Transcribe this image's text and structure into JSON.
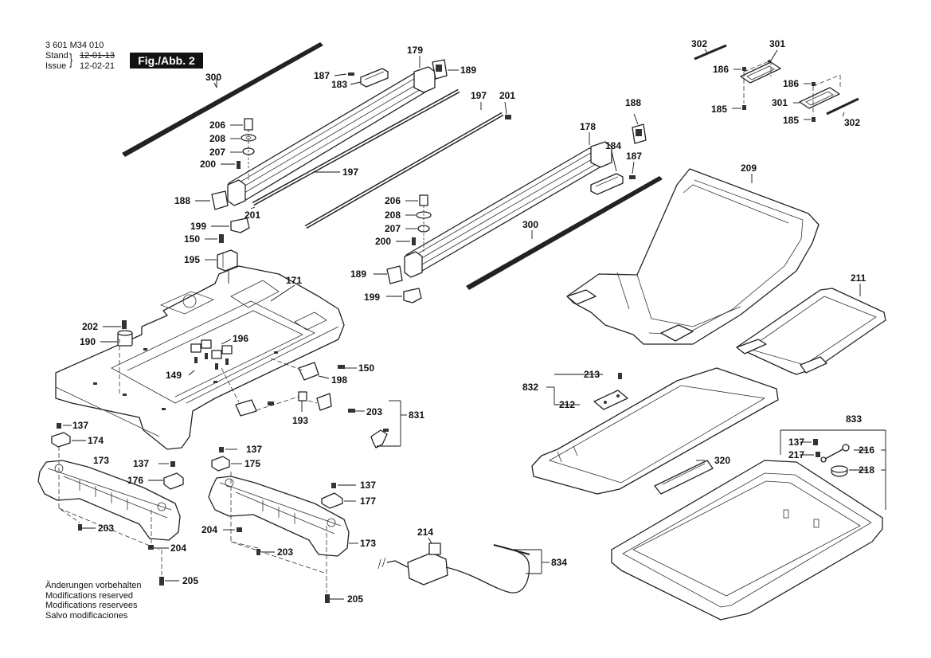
{
  "header": {
    "doc_number": "3 601 M34 010",
    "stand_label": "Stand",
    "issue_label": "Issue",
    "stand_date": "12-01-13",
    "issue_date": "12-02-21",
    "figure_label": "Fig./Abb. 2"
  },
  "notes": [
    "Änderungen vorbehalten",
    "Modifications reserved",
    "Modifications reservees",
    "Salvo modificaciones"
  ],
  "callouts": {
    "c300a": "300",
    "c300b": "300",
    "c179": "179",
    "c189a": "189",
    "c187a": "187",
    "c183": "183",
    "c197a": "197",
    "c201a": "201",
    "c197b": "197",
    "c201b": "201",
    "c206a": "206",
    "c208a": "208",
    "c207a": "207",
    "c200a": "200",
    "c188a": "188",
    "c199a": "199",
    "c150a": "150",
    "c195": "195",
    "c171": "171",
    "c202": "202",
    "c190": "190",
    "c196": "196",
    "c149": "149",
    "c150b": "150",
    "c198": "198",
    "c193": "193",
    "c203a": "203",
    "c831": "831",
    "c188b": "188",
    "c178": "178",
    "c184": "184",
    "c187b": "187",
    "c206b": "206",
    "c208b": "208",
    "c207b": "207",
    "c200b": "200",
    "c189b": "189",
    "c199b": "199",
    "c302a": "302",
    "c301a": "301",
    "c186a": "186",
    "c185a": "185",
    "c186b": "186",
    "c301b": "301",
    "c185b": "185",
    "c302b": "302",
    "c209": "209",
    "c211": "211",
    "c213": "213",
    "c832": "832",
    "c212": "212",
    "c833": "833",
    "c137d": "137",
    "c217": "217",
    "c216": "216",
    "c218": "218",
    "c320": "320",
    "c137a": "137",
    "c174": "174",
    "c173a": "173",
    "c137b": "137",
    "c176": "176",
    "c203b": "203",
    "c204a": "204",
    "c205a": "205",
    "c137c": "137",
    "c175": "175",
    "c137e": "137",
    "c177": "177",
    "c204b": "204",
    "c203c": "203",
    "c173b": "173",
    "c205b": "205",
    "c214": "214",
    "c834": "834"
  }
}
